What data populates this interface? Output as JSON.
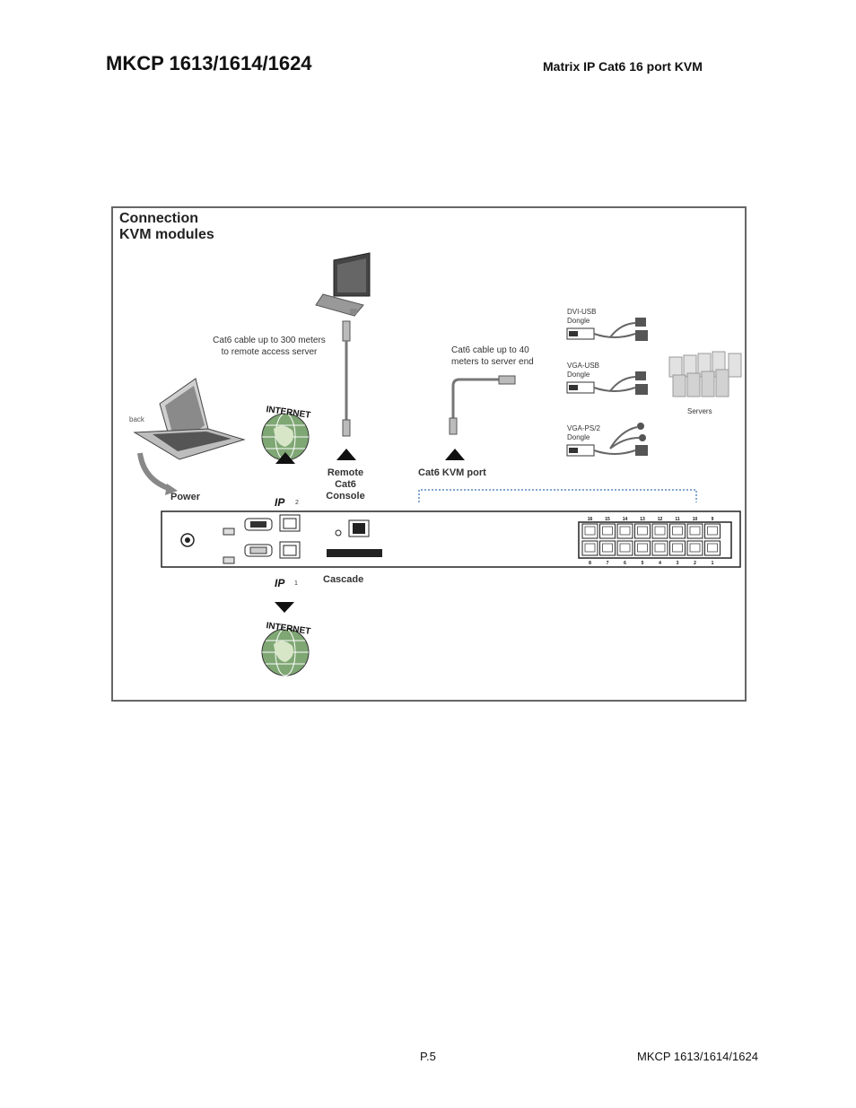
{
  "header": {
    "model": "MKCP 1613/1614/1624",
    "subtitle": "Matrix IP Cat6 16 port KVM"
  },
  "diagram": {
    "title_line1": "Connection",
    "title_line2": "KVM modules",
    "cable_remote_line1": "Cat6 cable up to 300 meters",
    "cable_remote_line2": "to remote access server",
    "cable_server_line1": "Cat6 cable up to 40",
    "cable_server_line2": "meters to server end",
    "power": "Power",
    "ip2": "2",
    "ip1": "1",
    "ip_logo": "IP",
    "remote_line1": "Remote",
    "remote_line2": "Cat6",
    "remote_line3": "Console",
    "cat6_kvm_port": "Cat6 KVM port",
    "cascade": "Cascade",
    "back": "back",
    "internet": "INTERNET",
    "dongles": [
      {
        "line1": "DVI-USB",
        "line2": "Dongle"
      },
      {
        "line1": "VGA-USB",
        "line2": "Dongle"
      },
      {
        "line1": "VGA-PS/2",
        "line2": "Dongle"
      }
    ],
    "servers": "Servers",
    "ports_top": [
      "16",
      "15",
      "14",
      "13",
      "12",
      "11",
      "10",
      "9"
    ],
    "ports_bottom": [
      "8",
      "7",
      "6",
      "5",
      "4",
      "3",
      "2",
      "1"
    ]
  },
  "footer": {
    "page": "P.5",
    "model": "MKCP 1613/1614/1624"
  }
}
